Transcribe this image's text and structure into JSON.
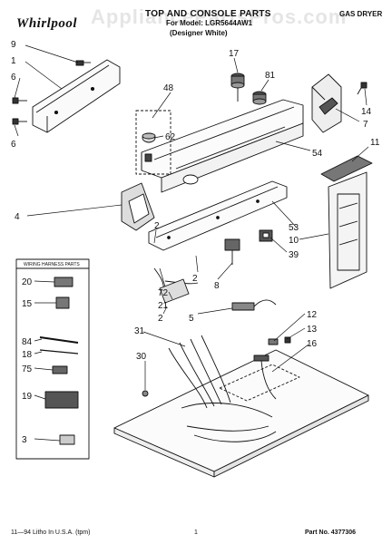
{
  "header": {
    "brand": "Whirlpool",
    "title": "TOP AND CONSOLE PARTS",
    "model_line": "For Model: LGR5644AW1",
    "variant": "(Designer White)",
    "dryer_type": "GAS DRYER"
  },
  "watermark": "AppliancePartsPros.com",
  "kit_box_title": "WIRING HARNESS PARTS",
  "callouts": {
    "c9": "9",
    "c1": "1",
    "c6a": "6",
    "c6b": "6",
    "c48": "48",
    "c62": "62",
    "c17": "17",
    "c81": "81",
    "c14": "14",
    "c7": "7",
    "c54": "54",
    "c11": "11",
    "c4": "4",
    "c2a": "2",
    "c53": "53",
    "c10": "10",
    "c39": "39",
    "c72": "72",
    "c2b": "2",
    "c8": "8",
    "c21": "21",
    "c2c": "2",
    "c5": "5",
    "c31": "31",
    "c12": "12",
    "c13": "13",
    "c16": "16",
    "c30": "30",
    "k20": "20",
    "k15": "15",
    "k84": "84",
    "k18": "18",
    "k75": "75",
    "k19": "19",
    "k3": "3"
  },
  "footer": {
    "left": "11—94 Litho In U.S.A. (tpm)",
    "page": "1",
    "part_no": "Part No. 4377306"
  }
}
